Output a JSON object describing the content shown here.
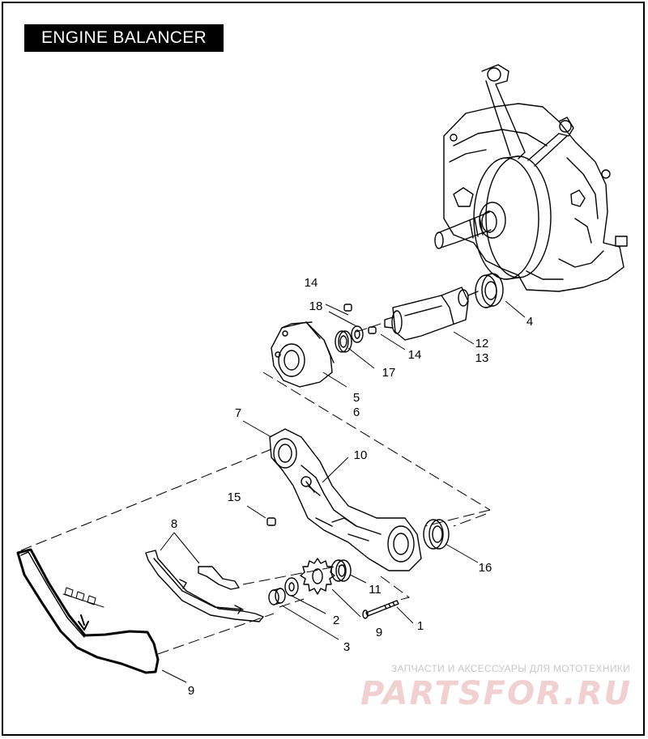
{
  "title": "ENGINE BALANCER",
  "callouts": [
    {
      "id": "c1",
      "text": "1"
    },
    {
      "id": "c2",
      "text": "2"
    },
    {
      "id": "c3",
      "text": "3"
    },
    {
      "id": "c4",
      "text": "4"
    },
    {
      "id": "c5",
      "text": "5"
    },
    {
      "id": "c6",
      "text": "6"
    },
    {
      "id": "c7",
      "text": "7"
    },
    {
      "id": "c8",
      "text": "8"
    },
    {
      "id": "c9a",
      "text": "9"
    },
    {
      "id": "c9b",
      "text": "9"
    },
    {
      "id": "c10",
      "text": "10"
    },
    {
      "id": "c11",
      "text": "11"
    },
    {
      "id": "c12",
      "text": "12"
    },
    {
      "id": "c13",
      "text": "13"
    },
    {
      "id": "c14a",
      "text": "14"
    },
    {
      "id": "c14b",
      "text": "14"
    },
    {
      "id": "c15",
      "text": "15"
    },
    {
      "id": "c16",
      "text": "16"
    },
    {
      "id": "c17",
      "text": "17"
    },
    {
      "id": "c18",
      "text": "18"
    }
  ],
  "watermark": {
    "subtitle": "ЗАПЧАСТИ И АКСЕССУАРЫ ДЛЯ МОТОТЕХНИКИ",
    "brand": "PARTSFOR.RU"
  },
  "colors": {
    "ink": "#000000",
    "paper": "#ffffff",
    "watermark": "#e8b8b8"
  }
}
